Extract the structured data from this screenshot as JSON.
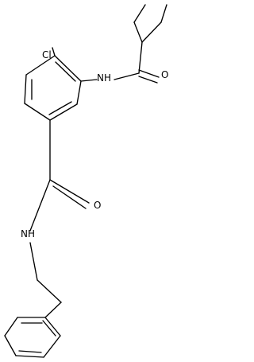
{
  "molecule": {
    "atom_labels": {
      "chlorine": "Cl",
      "amide_nh_top": "NH",
      "carbonyl_o_top": "O",
      "carbonyl_o_mid": "O",
      "amide_nh_mid": "NH"
    },
    "colors": {
      "bond": "#000000",
      "label": "#000000",
      "background": "#ffffff"
    }
  }
}
